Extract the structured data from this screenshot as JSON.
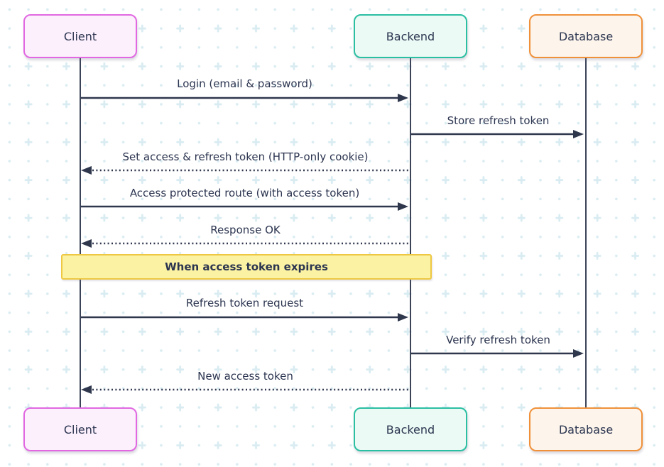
{
  "diagram": {
    "type": "sequence-diagram",
    "actors": [
      {
        "name": "Client",
        "border_color": "#e168e1",
        "fill_color": "#fcf0fd"
      },
      {
        "name": "Backend",
        "border_color": "#2bbfa2",
        "fill_color": "#ebfaf5"
      },
      {
        "name": "Database",
        "border_color": "#f0913a",
        "fill_color": "#fdf5ec"
      }
    ],
    "messages": [
      {
        "label": "Login (email & password)",
        "from": "Client",
        "to": "Backend",
        "style": "solid"
      },
      {
        "label": "Store refresh token",
        "from": "Backend",
        "to": "Database",
        "style": "solid"
      },
      {
        "label": "Set access & refresh token (HTTP-only cookie)",
        "from": "Backend",
        "to": "Client",
        "style": "dotted"
      },
      {
        "label": "Access protected route (with access token)",
        "from": "Client",
        "to": "Backend",
        "style": "solid"
      },
      {
        "label": "Response OK",
        "from": "Backend",
        "to": "Client",
        "style": "dotted"
      },
      {
        "label": "Refresh token request",
        "from": "Client",
        "to": "Backend",
        "style": "solid"
      },
      {
        "label": "Verify refresh token",
        "from": "Backend",
        "to": "Database",
        "style": "solid"
      },
      {
        "label": "New access token",
        "from": "Backend",
        "to": "Client",
        "style": "dotted"
      }
    ],
    "note": {
      "label": "When access token expires",
      "border_color": "#eec843",
      "fill_color": "#fbf3a3"
    },
    "colors": {
      "line": "#2f374d",
      "text": "#2c3550",
      "background": "#ffffff",
      "pattern": "#d9ecf2"
    }
  }
}
